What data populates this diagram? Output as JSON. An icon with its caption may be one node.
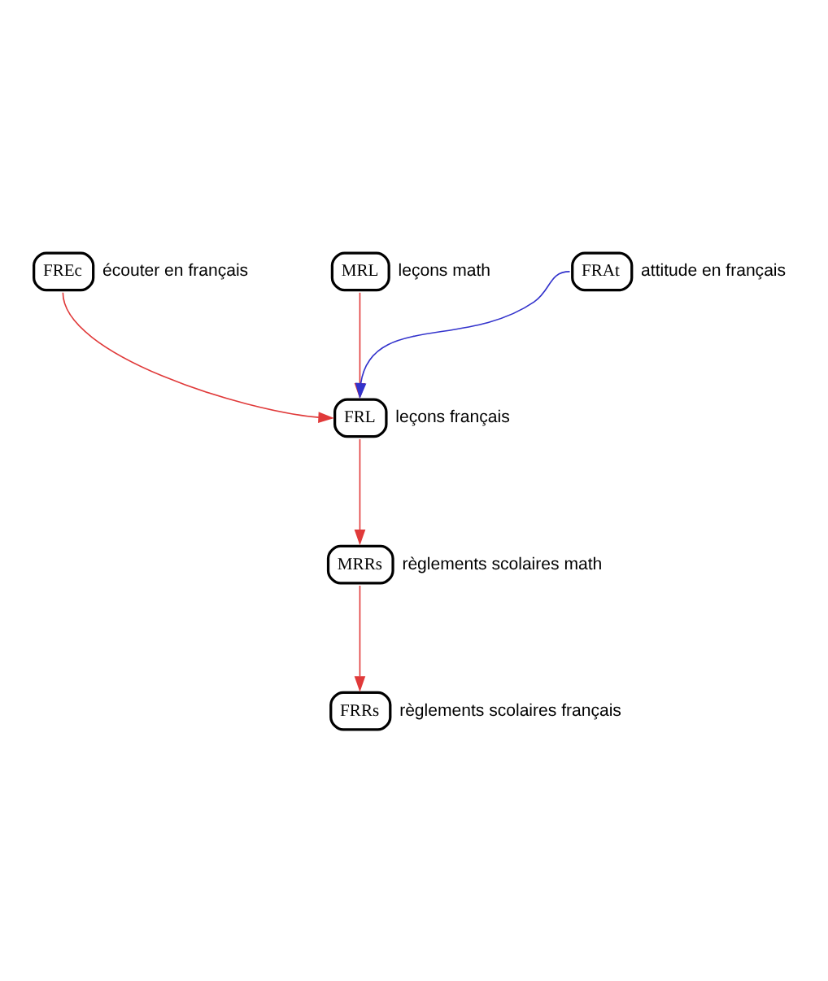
{
  "diagram": {
    "nodes": [
      {
        "text": [
          "FREc"
        ],
        "beside": [
          "écouter en français"
        ]
      },
      {
        "text": [
          "MRL"
        ],
        "beside": [
          "leçons math"
        ]
      },
      {
        "text": [
          "FRAt"
        ],
        "beside": [
          "attitude en français"
        ]
      },
      {
        "text": [
          "FRL"
        ],
        "beside": [
          "leçons français"
        ]
      },
      {
        "text": [
          "MRRs"
        ],
        "beside": [
          "règlements scolaires math"
        ]
      },
      {
        "text": [
          "FRRs"
        ],
        "beside": [
          "règlements scolaires français"
        ]
      }
    ],
    "edges": [
      {
        "from": 0,
        "to": 3,
        "arrow": "to"
      },
      {
        "from": 1,
        "to": 3,
        "arrow": "to"
      },
      {
        "from": 2,
        "to": 3,
        "arrow": "to",
        "color": "#3333cc"
      },
      {
        "from": 3,
        "to": 4,
        "arrow": "to"
      },
      {
        "from": 4,
        "to": 5,
        "arrow": "to"
      }
    ]
  }
}
